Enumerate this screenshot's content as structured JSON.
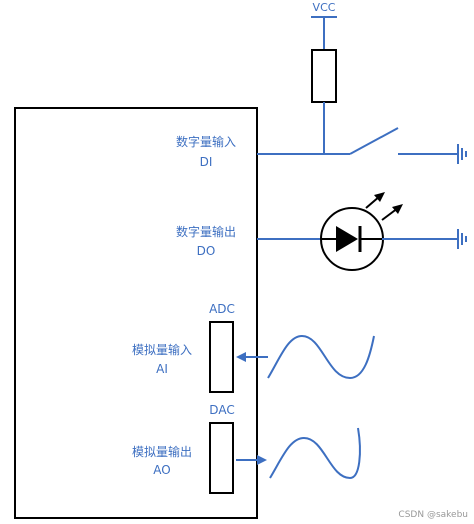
{
  "diagram": {
    "vcc": "VCC",
    "di_cn": "数字量输入",
    "di": "DI",
    "do_cn": "数字量输出",
    "do": "DO",
    "adc": "ADC",
    "ai_cn": "模拟量输入",
    "ai": "AI",
    "dac": "DAC",
    "ao_cn": "模拟量输出",
    "ao": "AO"
  },
  "watermark": "CSDN @sakebu",
  "colors": {
    "line": "#3d6fc1",
    "outline": "#000000"
  }
}
